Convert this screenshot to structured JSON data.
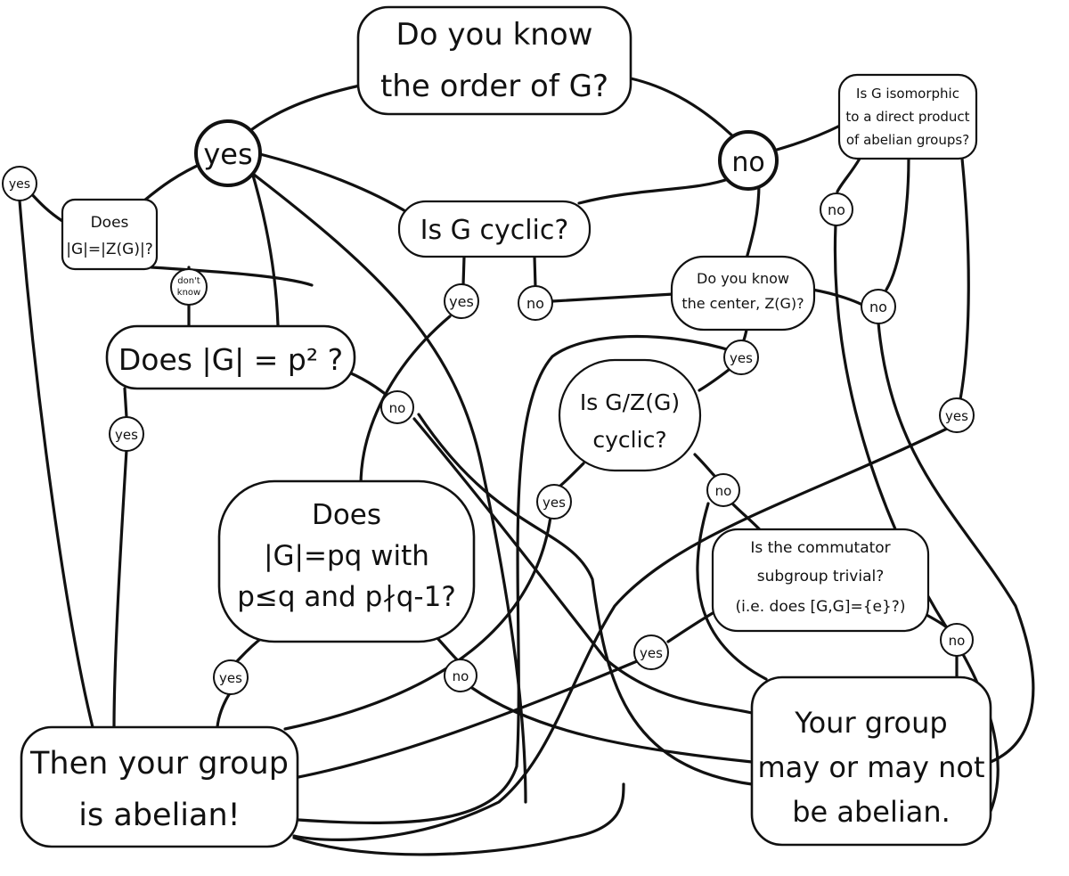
{
  "nodes": {
    "order": [
      "Do you know",
      "the order of G?"
    ],
    "isomorphic": [
      "Is G isomorphic",
      "to a direct product",
      "of abelian groups?"
    ],
    "cyclic": [
      "Is G cyclic?"
    ],
    "order_eq_center": [
      "Does",
      "|G|=|Z(G)|?"
    ],
    "p_squared": [
      "Does |G| = p² ?"
    ],
    "know_center": [
      "Do you know",
      "the center, Z(G)?"
    ],
    "quotient_cyclic": [
      "Is G/Z(G)",
      "cyclic?"
    ],
    "pq": [
      "Does",
      "|G|=pq with",
      "p≤q and p∤q-1?"
    ],
    "commutator": [
      "Is the commutator",
      "subgroup trivial?",
      "(i.e. does [G,G]={e}?)"
    ],
    "abelian": [
      "Then your group",
      "is abelian!"
    ],
    "maybe": [
      "Your group",
      "may or may not",
      "be abelian."
    ]
  },
  "answers": {
    "yes": "yes",
    "no": "no",
    "dont_know": [
      "don't",
      "know"
    ]
  }
}
